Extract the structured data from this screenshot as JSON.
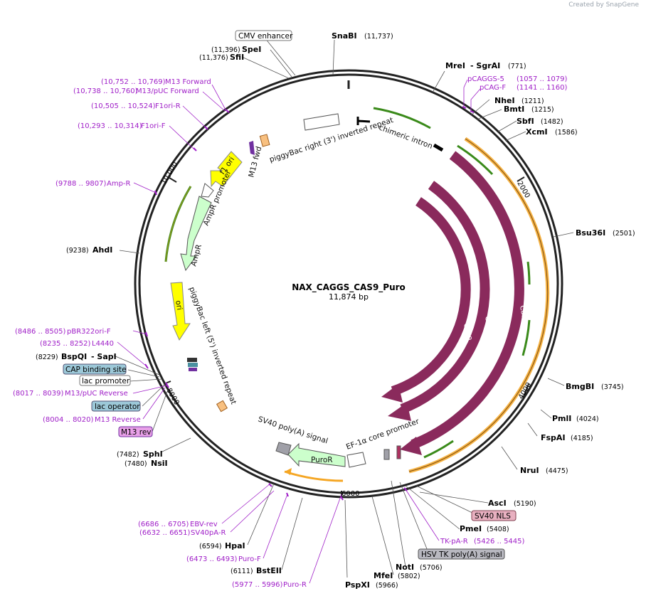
{
  "watermark": "Created by SnapGene",
  "plasmid": {
    "name": "NAX_CAGGS_CAS9_Puro",
    "size": "11,874 bp"
  },
  "ticks": [
    "2000",
    "4000",
    "6000",
    "8000",
    "10,000"
  ],
  "sites": {
    "snabi": {
      "name": "SnaBI",
      "pos": "(11,737)"
    },
    "spei": {
      "name": "SpeI",
      "pos": "(11,396)"
    },
    "sfii": {
      "name": "SfiI",
      "pos": "(11,376)"
    },
    "mrei": {
      "name": "MreI",
      "name2": "- SgrAI",
      "pos": "(771)"
    },
    "nhei": {
      "name": "NheI",
      "pos": "(1211)"
    },
    "bmti": {
      "name": "BmtI",
      "pos": "(1215)"
    },
    "sbfi": {
      "name": "SbfI",
      "pos": "(1482)"
    },
    "xcmi": {
      "name": "XcmI",
      "pos": "(1586)"
    },
    "bsu36i": {
      "name": "Bsu36I",
      "pos": "(2501)"
    },
    "bmgbi": {
      "name": "BmgBI",
      "pos": "(3745)"
    },
    "pmli": {
      "name": "PmlI",
      "pos": "(4024)"
    },
    "fspai": {
      "name": "FspAI",
      "pos": "(4185)"
    },
    "nrui": {
      "name": "NruI",
      "pos": "(4475)"
    },
    "asci": {
      "name": "AscI",
      "pos": "(5190)"
    },
    "pmei": {
      "name": "PmeI",
      "pos": "(5408)"
    },
    "noti": {
      "name": "NotI",
      "pos": "(5706)"
    },
    "mfei": {
      "name": "MfeI",
      "pos": "(5802)"
    },
    "pspxi": {
      "name": "PspXI",
      "pos": "(5966)"
    },
    "bsteii": {
      "name": "BstEII",
      "pos": "(6111)"
    },
    "hpai": {
      "name": "HpaI",
      "pos": "(6594)"
    },
    "sphi": {
      "name": "SphI",
      "pos": "(7482)"
    },
    "nsii": {
      "name": "NsiI",
      "pos": "(7480)"
    },
    "bspqi": {
      "name": "BspQI",
      "name2": "- SapI",
      "pos": "(8229)"
    },
    "ahdi": {
      "name": "AhdI",
      "pos": "(9238)"
    }
  },
  "primers": {
    "pcaggs5": {
      "name": "pCAGGS-5",
      "pos": "(1057 .. 1079)"
    },
    "pcagf": {
      "name": "pCAG-F",
      "pos": "(1141 .. 1160)"
    },
    "m13fwd_p": {
      "name": "M13 Forward",
      "pos": "(10,752 .. 10,769)"
    },
    "m13puc_f": {
      "name": "M13/pUC Forward",
      "pos": "(10,738 .. 10,760)"
    },
    "f1orir": {
      "name": "F1ori-R",
      "pos": "(10,505 .. 10,524)"
    },
    "f1orif": {
      "name": "F1ori-F",
      "pos": "(10,293 .. 10,314)"
    },
    "ampr_p": {
      "name": "Amp-R",
      "pos": "(9788 .. 9807)"
    },
    "pbr322": {
      "name": "pBR322ori-F",
      "pos": "(8486 .. 8505)"
    },
    "l4440": {
      "name": "L4440",
      "pos": "(8235 .. 8252)"
    },
    "m13puc_r": {
      "name": "M13/pUC Reverse",
      "pos": "(8017 .. 8039)"
    },
    "m13rev_p": {
      "name": "M13 Reverse",
      "pos": "(8004 .. 8020)"
    },
    "tkpar": {
      "name": "TK-pA-R",
      "pos": "(5426 .. 5445)"
    },
    "ebvrev": {
      "name": "EBV-rev",
      "pos": "(6686 .. 6705)"
    },
    "sv40par": {
      "name": "SV40pA-R",
      "pos": "(6632 .. 6651)"
    },
    "purof": {
      "name": "Puro-F",
      "pos": "(6473 .. 6493)"
    },
    "puror_p": {
      "name": "Puro-R",
      "pos": "(5977 .. 5996)"
    }
  },
  "boxes": {
    "cmv": "CMV enhancer",
    "cap": "CAP binding site",
    "lacprom": "lac promoter",
    "lacop": "lac operator",
    "m13rev": "M13 rev",
    "sv40nls": "SV40 NLS",
    "hsvtk": "HSV TK poly(A) signal"
  },
  "features": {
    "pbright": "piggyBac right (3') inverted repeat",
    "chimeric": "chimeric intron",
    "m13fwd": "M13 fwd",
    "f1ori": "f1 ori",
    "amprprom": "AmpR promoter",
    "ampr": "AmpR",
    "ori": "ori",
    "pbleft": "piggyBac left (5') inverted repeat",
    "cas9": "Cas9",
    "sv40pa": "SV40 poly(A) signal",
    "puror": "PuroR",
    "ef1a": "EF-1α core promoter"
  },
  "colors": {
    "cas9": "#8a2a5c",
    "ori": "#ffff00",
    "ampr": "#ccffcc",
    "puror": "#ccffcc",
    "primer": "#a020c8",
    "orf": "#f5a623",
    "green": "#3a8a1a"
  }
}
